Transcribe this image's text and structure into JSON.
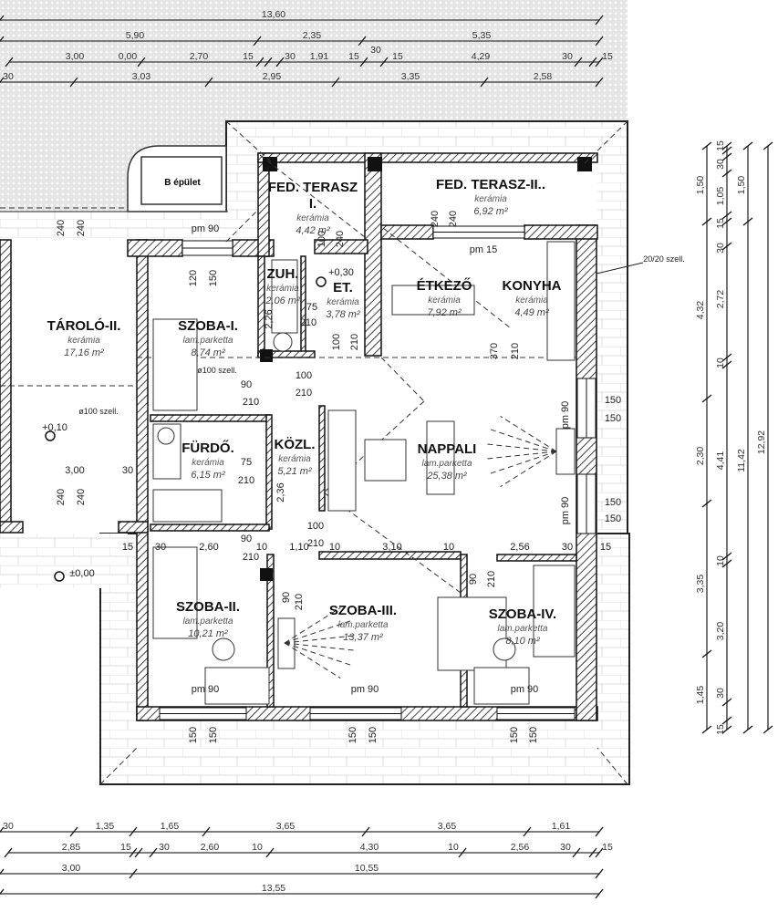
{
  "building_label": "B épület",
  "rooms": [
    {
      "name": "TÁROLÓ-II.",
      "material": "kerámia",
      "area": "17,16 m²"
    },
    {
      "name": "SZOBA-I.",
      "material": "lam.parketta",
      "area": "8,74 m²"
    },
    {
      "name": "ZUH.",
      "material": "kerámia",
      "area": "2,06 m²"
    },
    {
      "name": "ET.",
      "material": "kerámia",
      "area": "3,78 m²"
    },
    {
      "name": "FED. TERASZ",
      "name2": "I.",
      "material": "kerámia",
      "area": "4,42 m²"
    },
    {
      "name": "FED. TERASZ-II..",
      "material": "kerámia",
      "area": "6,92 m²"
    },
    {
      "name": "ÉTKEZŐ",
      "material": "kerámia",
      "area": "7,92 m²"
    },
    {
      "name": "KONYHA",
      "material": "kerámia",
      "area": "4,49 m²"
    },
    {
      "name": "FÜRDŐ.",
      "material": "kerámia",
      "area": "6,15 m²"
    },
    {
      "name": "KÖZL.",
      "material": "kerámia",
      "area": "5,21 m²"
    },
    {
      "name": "NAPPALI",
      "material": "lam.parketta",
      "area": "25,38 m²"
    },
    {
      "name": "SZOBA-II.",
      "material": "lam.parketta",
      "area": "10,21 m²"
    },
    {
      "name": "SZOBA-III.",
      "material": "lam.parketta",
      "area": "13,37 m²"
    },
    {
      "name": "SZOBA-IV.",
      "material": "lam.parketta",
      "area": "8,10 m²"
    }
  ],
  "annotations": [
    "pm 90",
    "240",
    "240",
    "120",
    "150",
    "pm 15",
    "240",
    "240",
    "100",
    "240",
    "+0,30",
    "75",
    "210",
    "2,26",
    "100",
    "210",
    "370",
    "210",
    "ø100 szell.",
    "90",
    "210",
    "100",
    "210",
    "ø100 szell.",
    "+0,10",
    "3,00",
    "30",
    "240",
    "240",
    "75",
    "210",
    "2,36",
    "pm 90",
    "pm 90",
    "150",
    "150",
    "150",
    "150",
    "100",
    "210",
    "90",
    "210",
    "15",
    "30",
    "2,60",
    "10",
    "1,10",
    "10",
    "3,10",
    "10",
    "2,56",
    "30",
    "15",
    "90",
    "210",
    "90",
    "210",
    "pm 90",
    "pm 90",
    "pm 90",
    "150",
    "150",
    "150",
    "150",
    "150",
    "150",
    "±0,00",
    "20/20 szell."
  ],
  "dimensions": {
    "top": [
      [
        "13,60"
      ],
      [
        "5,90",
        "2,35",
        "5,35",
        "30"
      ],
      [
        "3,00",
        "0,00",
        "2,70",
        "15",
        "30",
        "1,91",
        "15",
        "15",
        "4,29",
        "30",
        "15"
      ],
      [
        "30",
        "3,03",
        "2,95",
        "3,35",
        "2,58"
      ]
    ],
    "bottom": [
      [
        "30",
        "1,35",
        "1,65",
        "3,65",
        "3,65",
        "1,61"
      ],
      [
        "2,85",
        "15",
        "30",
        "2,60",
        "10",
        "4,30",
        "10",
        "2,56",
        "30",
        "15"
      ],
      [
        "3,00",
        "10,55"
      ],
      [
        "13,55"
      ]
    ],
    "right": [
      [
        "1,50",
        "4,32",
        "2,30",
        "3,35",
        "1,45"
      ],
      [
        "15",
        "30",
        "1,05",
        "15",
        "30",
        "2,72",
        "10",
        "4,41",
        "10",
        "3,20",
        "30",
        "15"
      ],
      [
        "1,50",
        "11,42"
      ],
      [
        "12,92"
      ]
    ]
  }
}
